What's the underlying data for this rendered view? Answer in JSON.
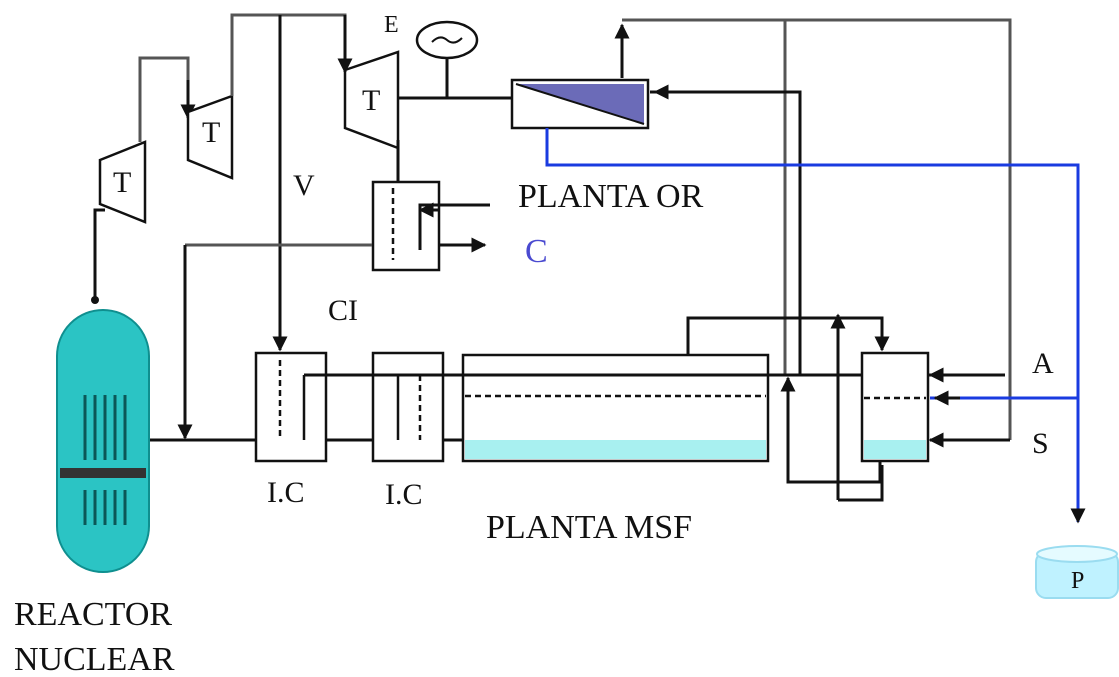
{
  "diagram": {
    "colors": {
      "line": "#111111",
      "blue_line": "#1a3be0",
      "reactor": "#2bc4c4",
      "water": "#a8f0f0",
      "membrane": "#6b6bb8",
      "c_label": "#4a4ad0"
    },
    "labels": {
      "reactor_line1": "REACTOR",
      "reactor_line2": "NUCLEAR",
      "turbine1": "T",
      "turbine2": "T",
      "turbine3": "T",
      "steam_v": "V",
      "generator_e": "E",
      "planta_or": "PLANTA OR",
      "c": "C",
      "ci": "CI",
      "ic1": "I.C",
      "ic2": "I.C",
      "planta_msf": "PLANTA MSF",
      "a": "A",
      "s": "S",
      "p": "P"
    }
  }
}
